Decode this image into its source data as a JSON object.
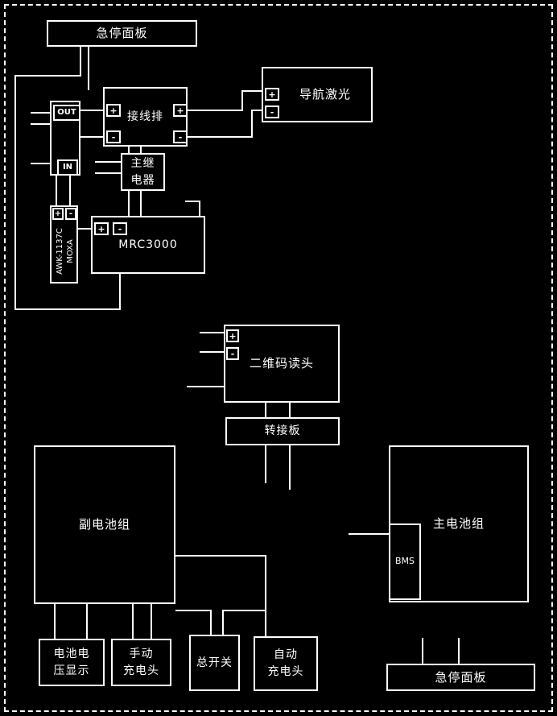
{
  "diagram": {
    "colors": {
      "background": "#000000",
      "line": "#ffffff"
    },
    "symbols": {
      "plus": "+",
      "minus": "-"
    },
    "nodes": {
      "emergency_top": {
        "label": "急停面板"
      },
      "nav_laser": {
        "label": "导航激光"
      },
      "terminal_strip": {
        "label": "接线排"
      },
      "out_in": {
        "out": "OUT",
        "in": "IN"
      },
      "main_relay": {
        "label": "主继\n电器"
      },
      "moxa": {
        "model": "AWK-1137C",
        "brand": "MOXA"
      },
      "mrc3000": {
        "label": "MRC3000"
      },
      "qr_reader": {
        "label": "二维码读头"
      },
      "adapter_board": {
        "label": "转接板"
      },
      "secondary_battery": {
        "label": "副电池组"
      },
      "main_battery": {
        "label": "主电池组"
      },
      "bms": {
        "label": "BMS"
      },
      "battery_voltage_display": {
        "label": "电池电\n压显示"
      },
      "manual_charger": {
        "label": "手动\n充电头"
      },
      "main_switch": {
        "label": "总开关"
      },
      "auto_charger": {
        "label": "自动\n充电头"
      },
      "emergency_bottom": {
        "label": "急停面板"
      }
    }
  }
}
